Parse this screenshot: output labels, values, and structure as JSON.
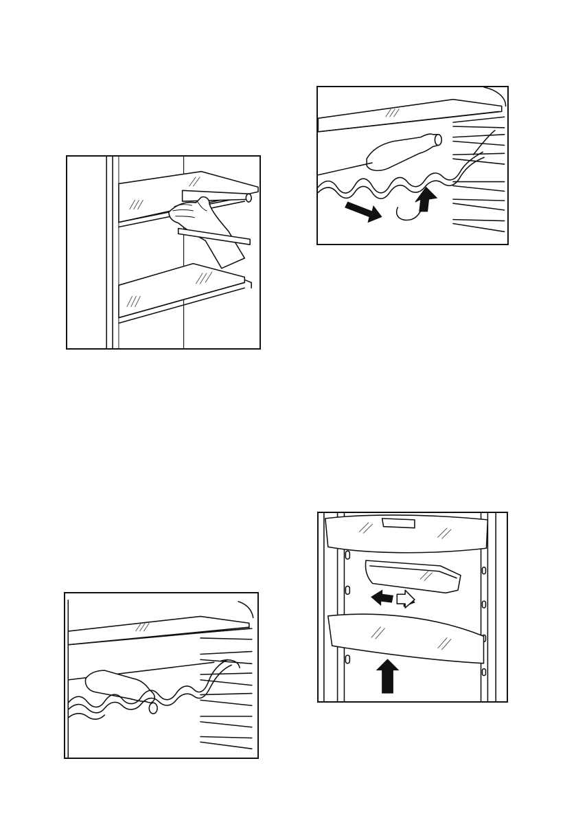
{
  "figures": [
    {
      "id": "shelf-hand",
      "icon": "hand-holding-shelf-icon"
    },
    {
      "id": "wine-tilt",
      "icon": "wine-rack-tilt-remove-icon"
    },
    {
      "id": "wine-rack",
      "icon": "wine-bottle-rack-icon"
    },
    {
      "id": "door-bins",
      "icon": "door-shelf-bins-icon"
    }
  ],
  "colors": {
    "line": "#111111",
    "background": "#ffffff"
  }
}
